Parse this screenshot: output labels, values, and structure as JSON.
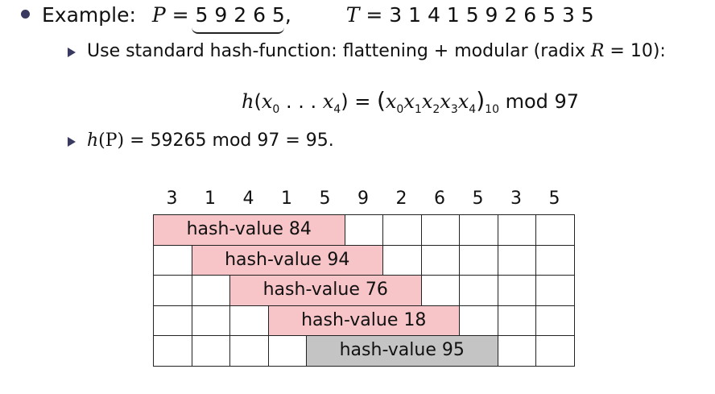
{
  "line1": {
    "prefix": "Example:",
    "p_var": "P",
    "equals1": " = ",
    "p_value": "5 9 2 6 5",
    "comma": ",",
    "t_var": "T",
    "equals2": " = ",
    "t_value": "3 1 4 1 5 9 2 6 5 3 5"
  },
  "line2": {
    "text_before": "Use standard hash-function: flattening + modular (radix ",
    "r_var": "R",
    "text_after": " = 10):"
  },
  "formula": {
    "h": "h",
    "open": "(",
    "x0": "x",
    "sub0": "0",
    "dots": " . . . ",
    "x4": "x",
    "sub4": "4",
    "close": ")",
    "equals": " = ",
    "paren_open": "(",
    "x0b": "x",
    "s0": "0",
    "x1b": "x",
    "s1": "1",
    "x2b": "x",
    "s2": "2",
    "x3b": "x",
    "s3": "3",
    "x4b": "x",
    "s4": "4",
    "paren_close": ")",
    "radix": "10",
    "mod": " mod 97"
  },
  "line3": {
    "h": "h",
    "arg": "(P)",
    "rest": " = 59265 mod 97 = 95."
  },
  "text_digits": [
    "3",
    "1",
    "4",
    "1",
    "5",
    "9",
    "2",
    "6",
    "5",
    "3",
    "5"
  ],
  "hash_windows": [
    {
      "label": "hash-value 84",
      "color": "#f7c4c8"
    },
    {
      "label": "hash-value 94",
      "color": "#f7c4c8"
    },
    {
      "label": "hash-value 76",
      "color": "#f7c4c8"
    },
    {
      "label": "hash-value 18",
      "color": "#f7c4c8"
    },
    {
      "label": "hash-value 95",
      "color": "#c4c4c4"
    }
  ]
}
